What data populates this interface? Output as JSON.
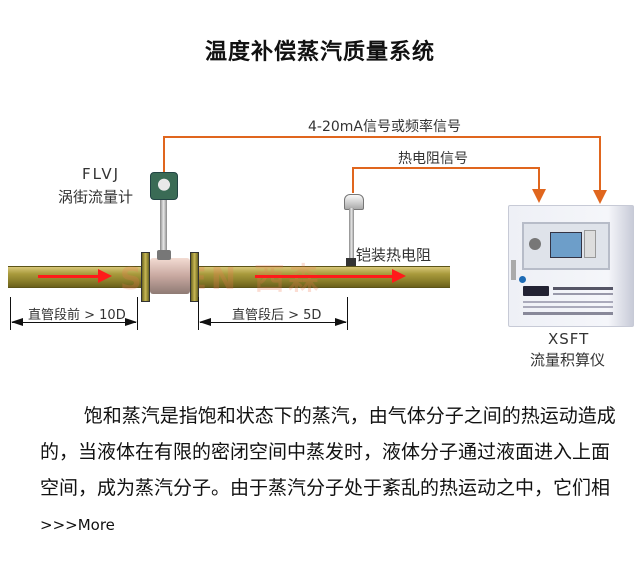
{
  "title": "温度补偿蒸汽质量系统",
  "diagram": {
    "signal_outer_label": "4-20mA信号或频率信号",
    "signal_inner_label": "热电阻信号",
    "flowmeter": {
      "model": "FLVJ",
      "name": "涡街流量计"
    },
    "rtd": {
      "name": "铠装热电阻"
    },
    "computer": {
      "model": "XSFT",
      "name": "流量积算仪"
    },
    "upstream_label": "直管段前 > 10D",
    "downstream_label": "直管段后 > 5D",
    "watermark": "SISEN 西森",
    "colors": {
      "signal": "#e0661e",
      "flow_arrow": "#ff1a1a",
      "pipe": "#a89a3c"
    }
  },
  "description": {
    "text": "饱和蒸汽是指饱和状态下的蒸汽，由气体分子之间的热运动造成的，当液体在有限的密闭空间中蒸发时，液体分子通过液面进入上面空间，成为蒸汽分子。由于蒸汽分子处于紊乱的热运动之中，它们相",
    "more_link": ">>>More"
  }
}
